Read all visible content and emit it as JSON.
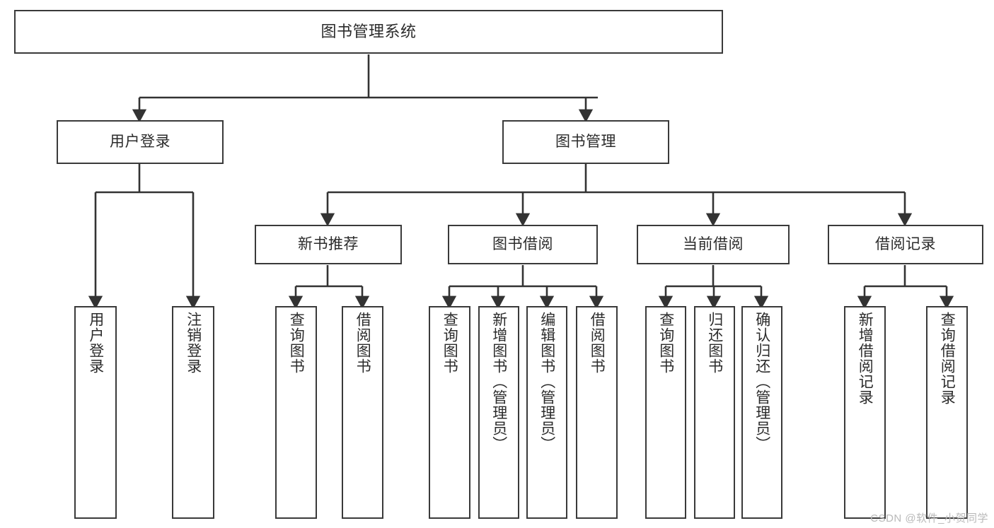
{
  "diagram": {
    "title": "图书管理系统",
    "type": "tree-hierarchy-chart",
    "watermark": "CSDN @软件_小贺同学",
    "colors": {
      "box_border": "#3a3a3a",
      "box_fill": "#ffffff",
      "edge": "#333333",
      "text": "#2b2b2b",
      "watermark": "#b9b9b9",
      "background": "#ffffff"
    },
    "nodes": {
      "root": {
        "label": "图书管理系统"
      },
      "level2": [
        {
          "id": "user-login",
          "label": "用户登录"
        },
        {
          "id": "book-management",
          "label": "图书管理"
        }
      ],
      "level3": [
        {
          "id": "new-book-recommend",
          "label": "新书推荐"
        },
        {
          "id": "book-borrow",
          "label": "图书借阅"
        },
        {
          "id": "current-borrow",
          "label": "当前借阅"
        },
        {
          "id": "borrow-record",
          "label": "借阅记录"
        }
      ],
      "leaves": {
        "user-login": [
          {
            "id": "leaf-user-login",
            "label": "用户登录"
          },
          {
            "id": "leaf-logout-login",
            "label": "注销登录"
          }
        ],
        "new-book-recommend": [
          {
            "id": "leaf-query-book-1",
            "label": "查询图书"
          },
          {
            "id": "leaf-borrow-book-1",
            "label": "借阅图书"
          }
        ],
        "book-borrow": [
          {
            "id": "leaf-query-book-2",
            "label": "查询图书"
          },
          {
            "id": "leaf-add-book",
            "label": "新增图书（管理员）"
          },
          {
            "id": "leaf-edit-book",
            "label": "编辑图书（管理员）"
          },
          {
            "id": "leaf-borrow-book-2",
            "label": "借阅图书"
          }
        ],
        "current-borrow": [
          {
            "id": "leaf-query-book-3",
            "label": "查询图书"
          },
          {
            "id": "leaf-return-book",
            "label": "归还图书"
          },
          {
            "id": "leaf-confirm-return",
            "label": "确认归还（管理员）"
          }
        ],
        "borrow-record": [
          {
            "id": "leaf-add-record",
            "label": "新增借阅记录"
          },
          {
            "id": "leaf-query-record",
            "label": "查询借阅记录"
          }
        ]
      }
    }
  }
}
